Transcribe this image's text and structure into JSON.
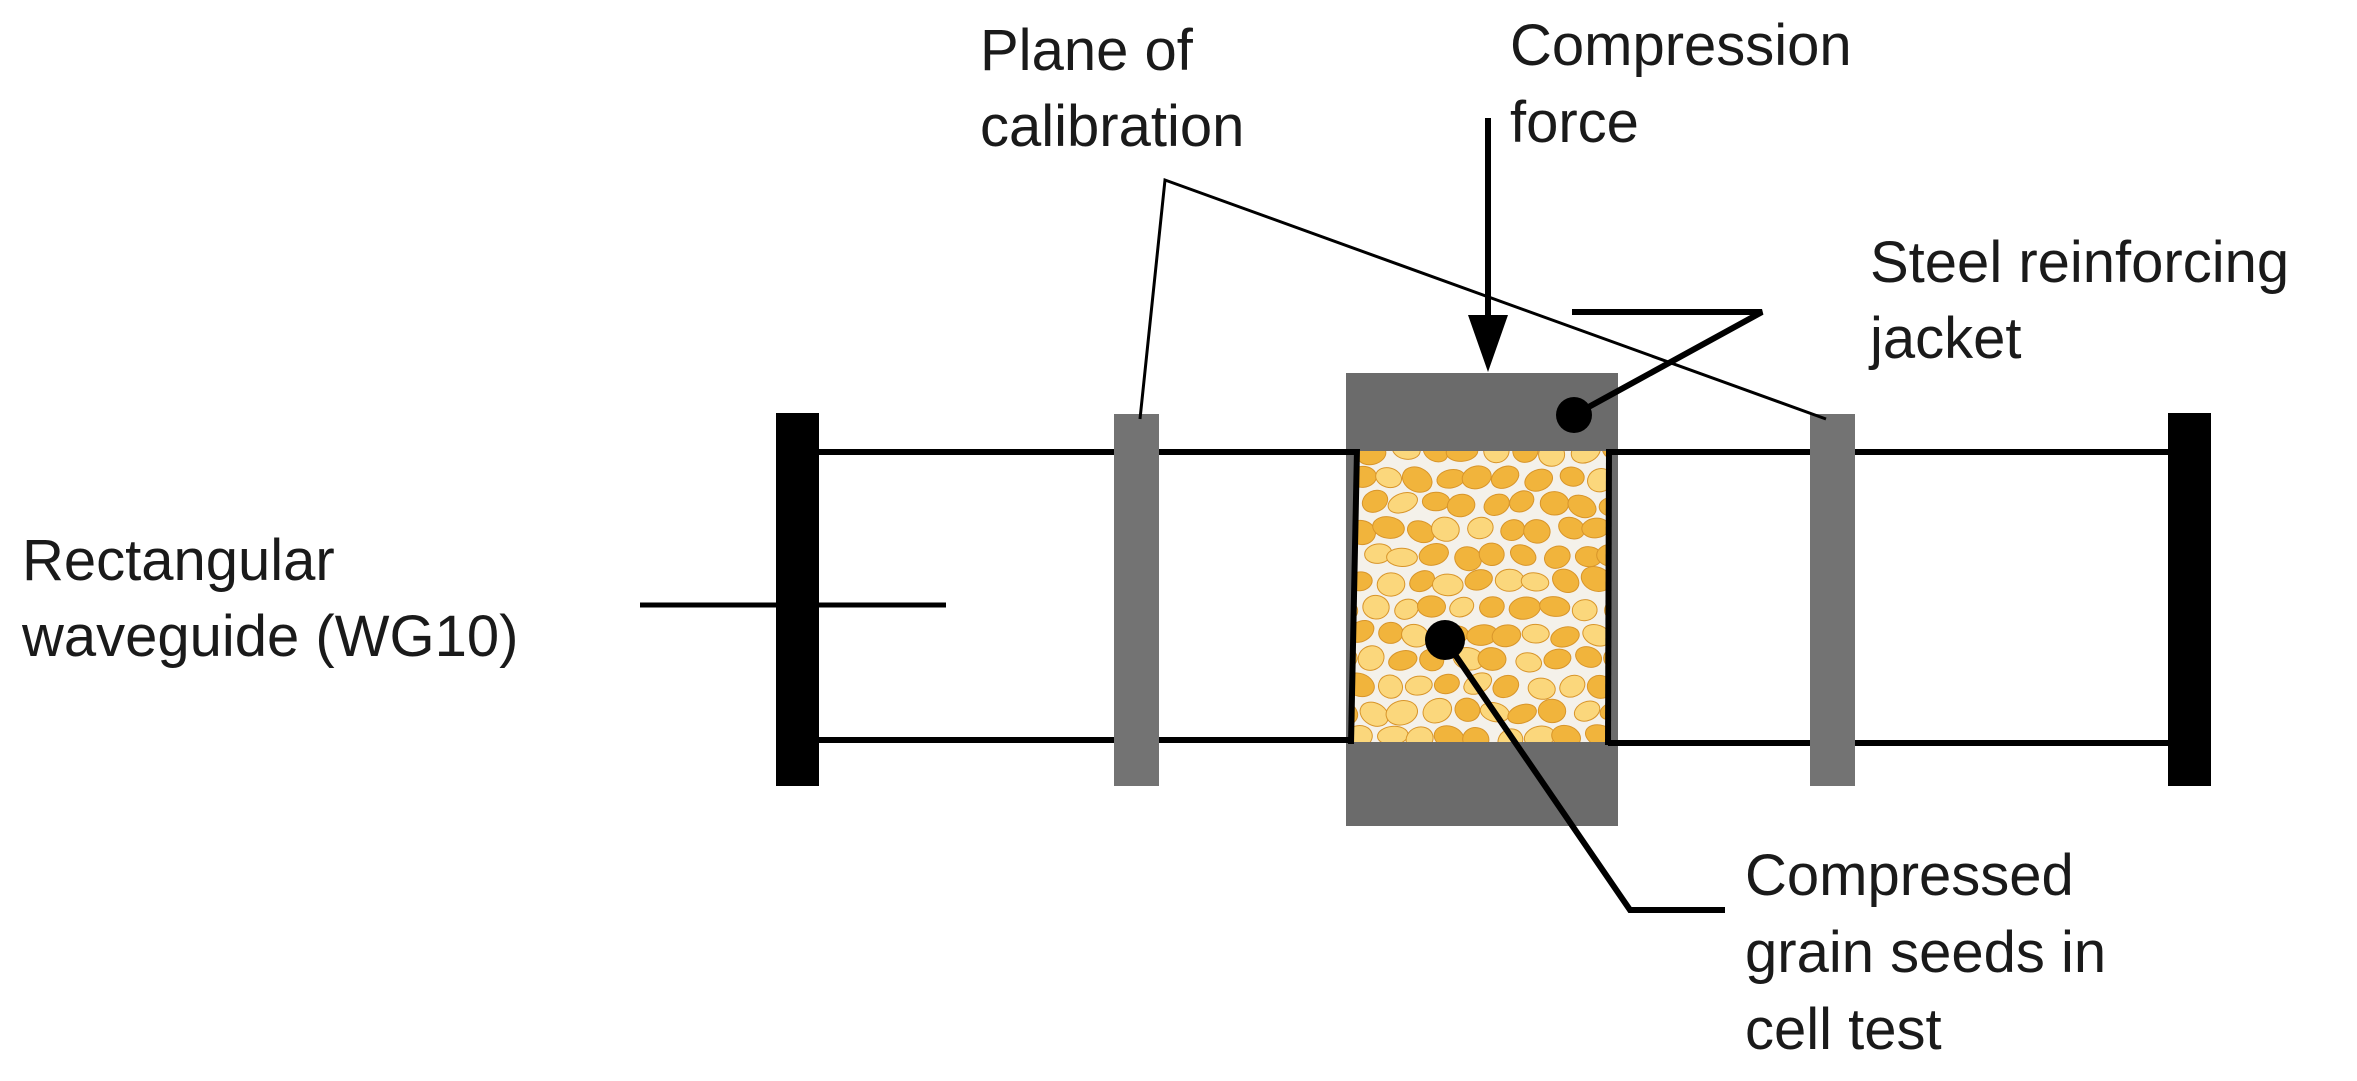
{
  "labels": {
    "plane_line1": "Plane of",
    "plane_line2": "calibration",
    "force_line1": "Compression",
    "force_line2": "force",
    "jacket_line1": "Steel reinforcing",
    "jacket_line2": "jacket",
    "waveguide_line1": "Rectangular",
    "waveguide_line2": "waveguide (WG10)",
    "seeds_line1": "Compressed",
    "seeds_line2": "grain seeds in",
    "seeds_line3": "cell test"
  },
  "colors": {
    "line": "#000000",
    "jacket": "#6b6b6b",
    "calibration_plane": "#737373",
    "seed_fill": "#f1b43c",
    "seed_highlight": "#fbd77c",
    "seed_gap": "#ffffff"
  }
}
